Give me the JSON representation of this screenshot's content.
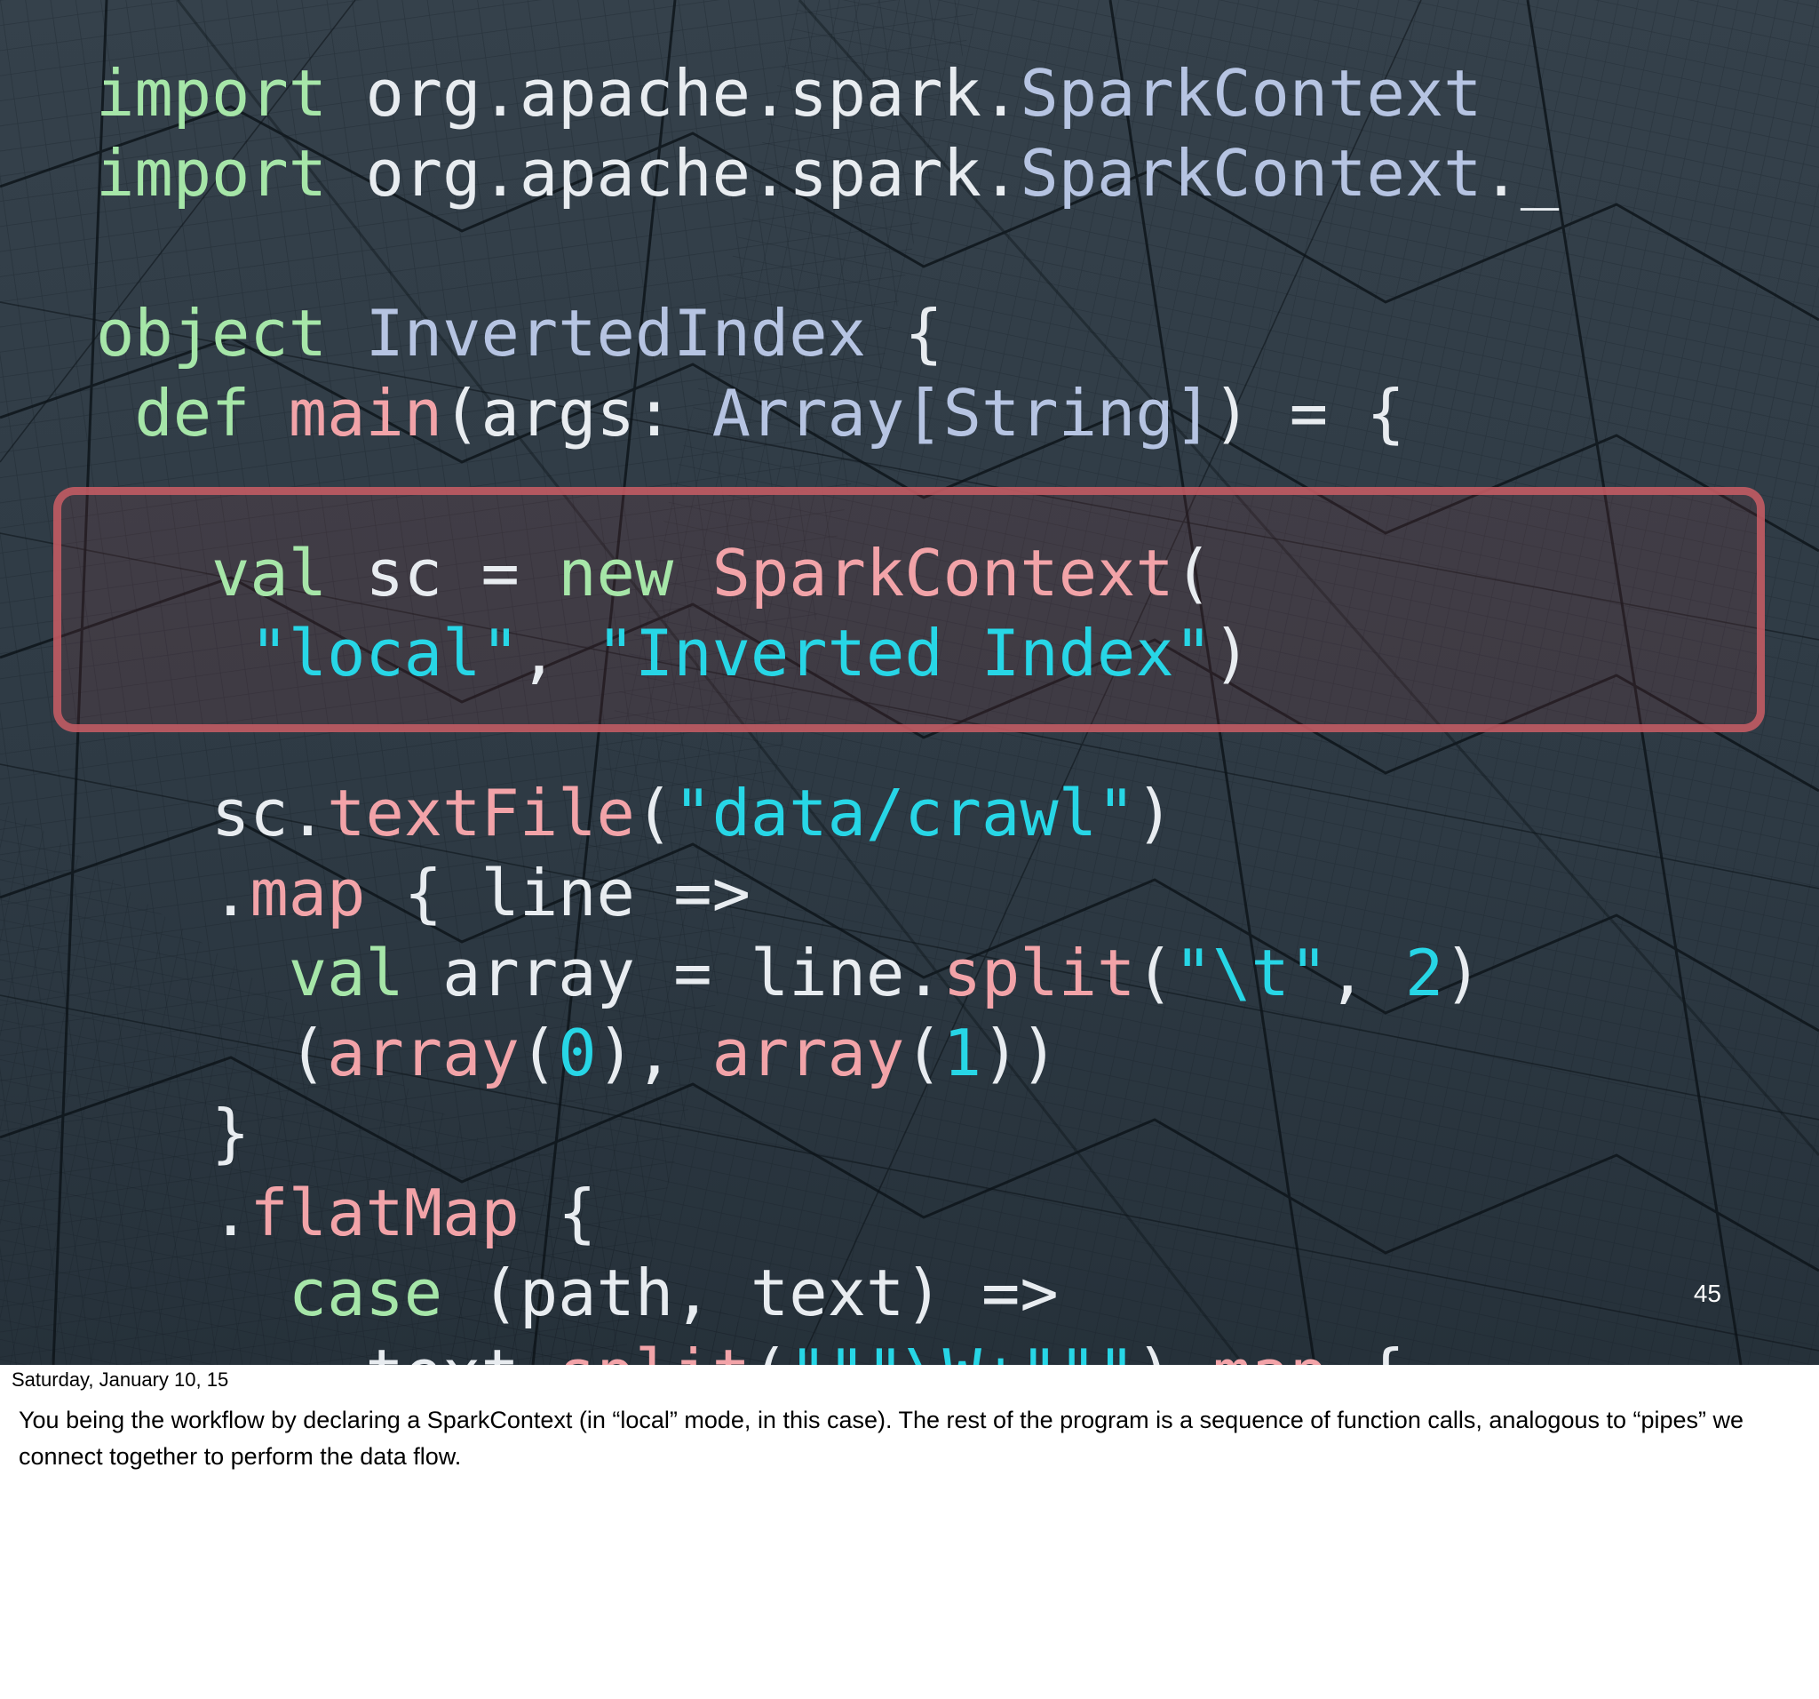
{
  "slide": {
    "number": "45",
    "code_lines": [
      [
        {
          "t": "import",
          "c": "kw"
        },
        {
          "t": " org.apache.spark.",
          "c": "pl"
        },
        {
          "t": "SparkContext",
          "c": "ty"
        }
      ],
      [
        {
          "t": "import",
          "c": "kw"
        },
        {
          "t": " org.apache.spark.",
          "c": "pl"
        },
        {
          "t": "SparkContext",
          "c": "ty"
        },
        {
          "t": "._",
          "c": "pl"
        }
      ],
      [],
      [
        {
          "t": "object",
          "c": "kw"
        },
        {
          "t": " ",
          "c": "pl"
        },
        {
          "t": "InvertedIndex",
          "c": "ty"
        },
        {
          "t": " {",
          "c": "pl"
        }
      ],
      [
        {
          "t": " def",
          "c": "kw"
        },
        {
          "t": " ",
          "c": "pl"
        },
        {
          "t": "main",
          "c": "fn"
        },
        {
          "t": "(args: ",
          "c": "pl"
        },
        {
          "t": "Array[String]",
          "c": "ty"
        },
        {
          "t": ") = {",
          "c": "pl"
        }
      ],
      [],
      [
        {
          "t": "   val",
          "c": "kw"
        },
        {
          "t": " sc = ",
          "c": "pl"
        },
        {
          "t": "new",
          "c": "kw"
        },
        {
          "t": " ",
          "c": "pl"
        },
        {
          "t": "SparkContext",
          "c": "fn"
        },
        {
          "t": "(",
          "c": "pl"
        }
      ],
      [
        {
          "t": "    ",
          "c": "pl"
        },
        {
          "t": "\"local\"",
          "c": "str"
        },
        {
          "t": ", ",
          "c": "pl"
        },
        {
          "t": "\"Inverted Index\"",
          "c": "str"
        },
        {
          "t": ")",
          "c": "pl"
        }
      ],
      [],
      [
        {
          "t": "   sc.",
          "c": "pl"
        },
        {
          "t": "textFile",
          "c": "fn"
        },
        {
          "t": "(",
          "c": "pl"
        },
        {
          "t": "\"data/crawl\"",
          "c": "str"
        },
        {
          "t": ")",
          "c": "pl"
        }
      ],
      [
        {
          "t": "   .",
          "c": "pl"
        },
        {
          "t": "map",
          "c": "fn"
        },
        {
          "t": " { line =>",
          "c": "pl"
        }
      ],
      [
        {
          "t": "     val",
          "c": "kw"
        },
        {
          "t": " array = line.",
          "c": "pl"
        },
        {
          "t": "split",
          "c": "fn"
        },
        {
          "t": "(",
          "c": "pl"
        },
        {
          "t": "\"\\t\"",
          "c": "str"
        },
        {
          "t": ", ",
          "c": "pl"
        },
        {
          "t": "2",
          "c": "num"
        },
        {
          "t": ")",
          "c": "pl"
        }
      ],
      [
        {
          "t": "     (",
          "c": "pl"
        },
        {
          "t": "array",
          "c": "fn"
        },
        {
          "t": "(",
          "c": "pl"
        },
        {
          "t": "0",
          "c": "num"
        },
        {
          "t": "), ",
          "c": "pl"
        },
        {
          "t": "array",
          "c": "fn"
        },
        {
          "t": "(",
          "c": "pl"
        },
        {
          "t": "1",
          "c": "num"
        },
        {
          "t": "))",
          "c": "pl"
        }
      ],
      [
        {
          "t": "   }",
          "c": "pl"
        }
      ],
      [
        {
          "t": "   .",
          "c": "pl"
        },
        {
          "t": "flatMap",
          "c": "fn"
        },
        {
          "t": " {",
          "c": "pl"
        }
      ],
      [
        {
          "t": "     case",
          "c": "kw"
        },
        {
          "t": " (path, text) =>",
          "c": "pl"
        }
      ],
      [
        {
          "t": "       text.",
          "c": "pl"
        },
        {
          "t": "split",
          "c": "fn"
        },
        {
          "t": "(",
          "c": "pl"
        },
        {
          "t": "\"\"\"\\W+\"\"\"",
          "c": "str"
        },
        {
          "t": ") ",
          "c": "pl"
        },
        {
          "t": "map",
          "c": "fn"
        },
        {
          "t": " {",
          "c": "pl"
        }
      ]
    ]
  },
  "notes": {
    "date": "Saturday, January 10, 15",
    "text": "You being the workflow by declaring a SparkContext (in “local” mode, in this case). The rest of the program is a sequence of function calls, analogous to “pipes” we connect together to perform the data flow."
  },
  "colors": {
    "keyword": "#a6e6a8",
    "function": "#f2a3a8",
    "type": "#b6c4e2",
    "string": "#27d6e6",
    "highlight_border": "#c45c64",
    "slide_background": "#2f3b45"
  }
}
